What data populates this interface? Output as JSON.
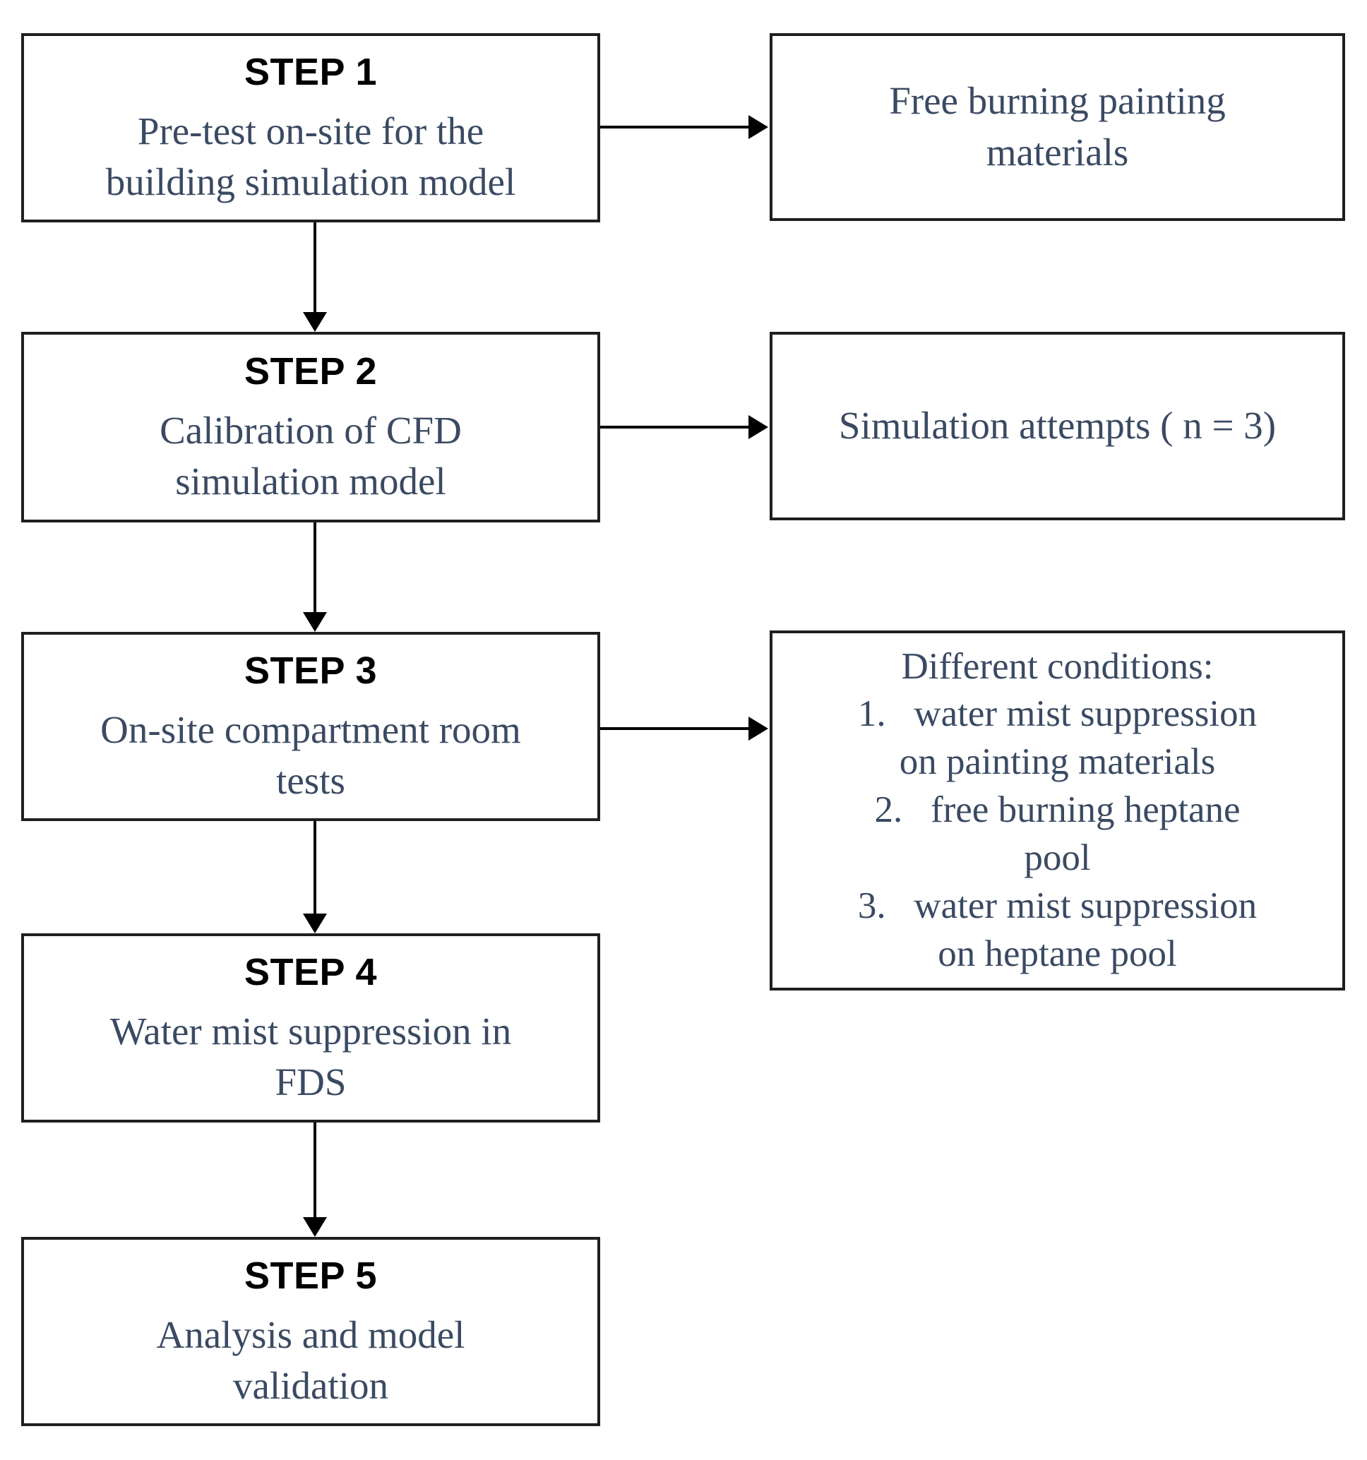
{
  "flow": {
    "steps": [
      {
        "title": "STEP 1",
        "lines": [
          "Pre-test on-site for the",
          "building simulation model"
        ]
      },
      {
        "title": "STEP 2",
        "lines": [
          "Calibration of CFD",
          "simulation model"
        ]
      },
      {
        "title": "STEP 3",
        "lines": [
          "On-site compartment room",
          "tests"
        ]
      },
      {
        "title": "STEP 4",
        "lines": [
          "Water mist suppression in",
          "FDS"
        ]
      },
      {
        "title": "STEP 5",
        "lines": [
          "Analysis and model",
          "validation"
        ]
      }
    ],
    "outputs": [
      {
        "lines": [
          "Free burning painting",
          "materials"
        ]
      },
      {
        "lines": [
          "Simulation attempts ( n = 3)"
        ]
      },
      {
        "lines": [
          "Different conditions:",
          "1.   water mist suppression",
          "on painting materials",
          "2.   free burning heptane",
          "pool",
          "3.   water mist suppression",
          "on heptane pool"
        ]
      }
    ],
    "colors": {
      "body_text": "#3a4a62",
      "step_text": "#000000",
      "border": "#1f1f1f",
      "arrow": "#000000",
      "background": "#ffffff"
    }
  }
}
